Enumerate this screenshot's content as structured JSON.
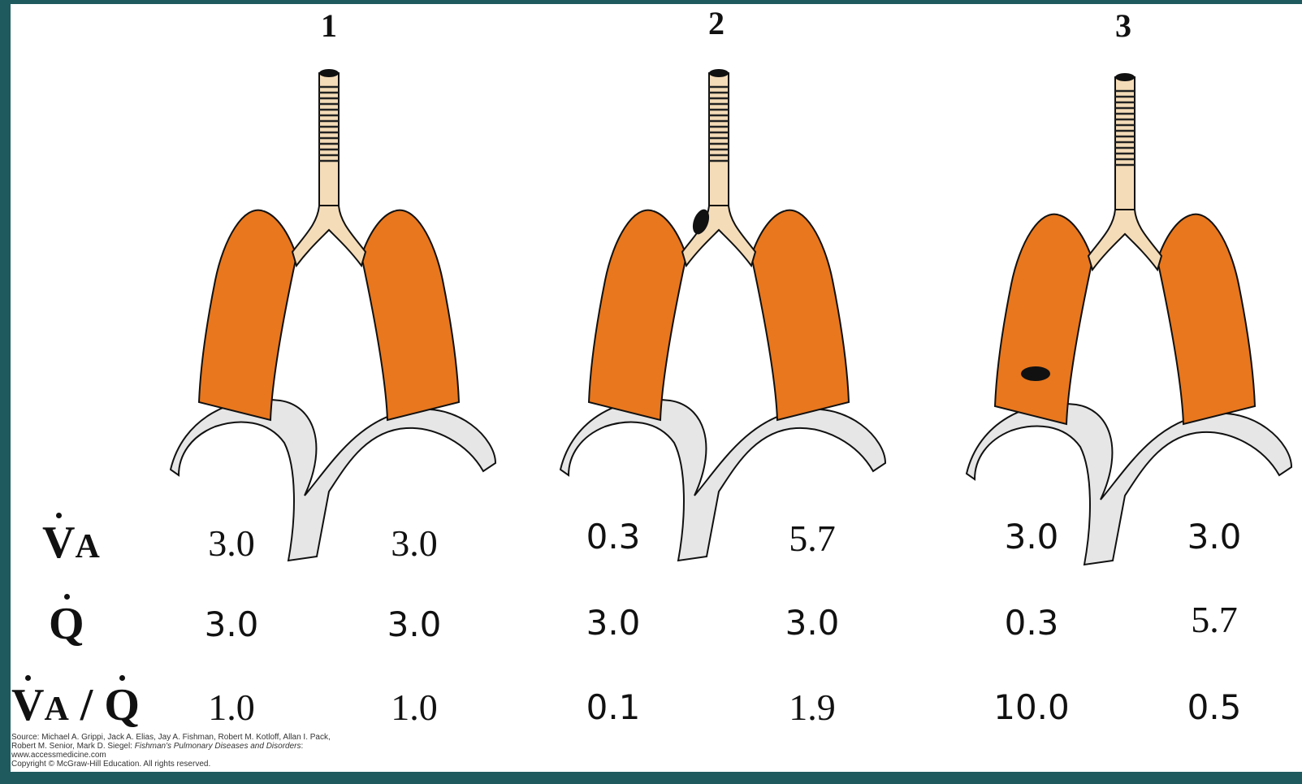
{
  "panels": [
    {
      "number": "1"
    },
    {
      "number": "2"
    },
    {
      "number": "3"
    }
  ],
  "rows": {
    "va": {
      "label": "VA",
      "values": [
        "3.0",
        "3.0",
        "0.3",
        "5.7",
        "3.0",
        "3.0"
      ]
    },
    "q": {
      "label": "Q",
      "values": [
        "3.0",
        "3.0",
        "3.0",
        "3.0",
        "0.3",
        "5.7"
      ]
    },
    "ratio": {
      "label": "VA / Q",
      "values": [
        "1.0",
        "1.0",
        "0.1",
        "1.9",
        "10.0",
        "0.5"
      ]
    }
  },
  "source": {
    "line1": "Source: Michael A. Grippi, Jack A. Elias, Jay A. Fishman, Robert M. Kotloff, Allan I. Pack,",
    "line2_prefix": "Robert M. Senior, Mark D. Siegel: ",
    "line2_title": "Fishman's Pulmonary Diseases and Disorders",
    "line2_suffix": ":",
    "line3": "www.accessmedicine.com",
    "line4": "Copyright © McGraw-Hill Education. All rights reserved."
  },
  "colors": {
    "lung": "#e8771e",
    "trachea": "#f5dcb8",
    "diaphragm": "#e6e6e6",
    "frame": "#1f5a5f"
  }
}
